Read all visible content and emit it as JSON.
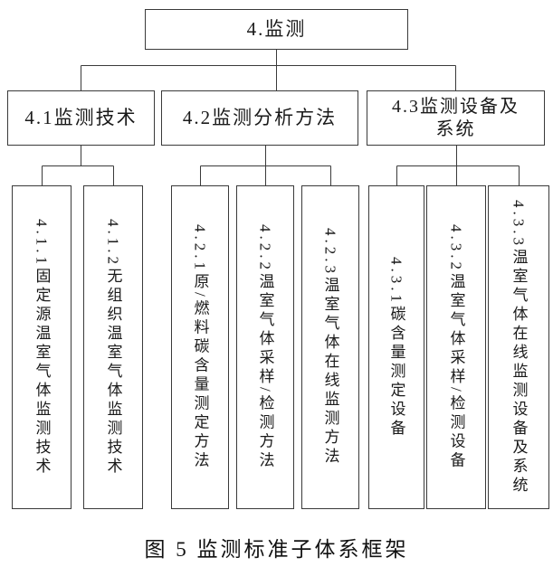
{
  "figure": {
    "caption": "图 5 监测标准子体系框架"
  },
  "diagram": {
    "line_color": "#3a3a3a",
    "root": {
      "label": "4.监测"
    },
    "level2": [
      {
        "label": "4.1监测技术"
      },
      {
        "label": "4.2监测分析方法"
      },
      {
        "label": "4.3监测设备及\n系统"
      }
    ],
    "leaves": [
      {
        "parent": "4.1",
        "label": "4.1.1固定源温室气体监测技术"
      },
      {
        "parent": "4.1",
        "label": "4.1.2无组织温室气体监测技术"
      },
      {
        "parent": "4.2",
        "label": "4.2.1原/燃料碳含量测定方法"
      },
      {
        "parent": "4.2",
        "label": "4.2.2温室气体采样/检测方法"
      },
      {
        "parent": "4.2",
        "label": "4.2.3温室气体在线监测方法"
      },
      {
        "parent": "4.3",
        "label": "4.3.1碳含量测定设备"
      },
      {
        "parent": "4.3",
        "label": "4.3.2温室气体采样/检测设备"
      },
      {
        "parent": "4.3",
        "label": "4.3.3温室气体在线监测设备及系统"
      }
    ]
  }
}
